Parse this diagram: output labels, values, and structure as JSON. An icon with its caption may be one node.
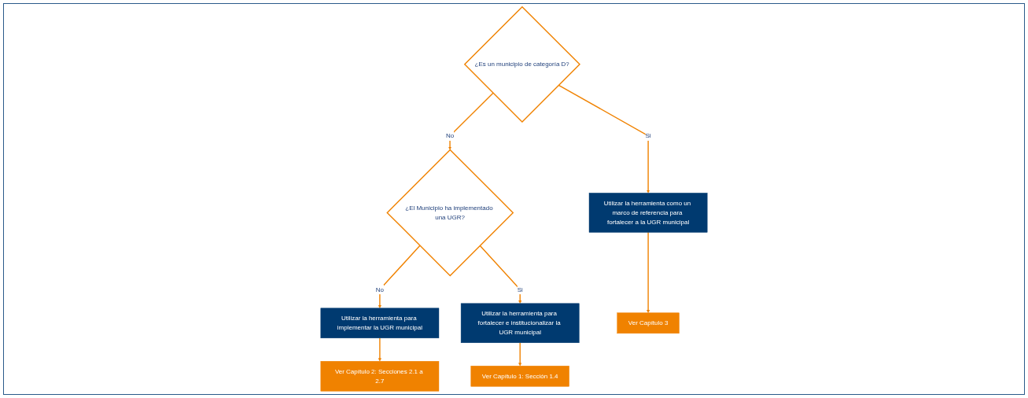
{
  "diagram": {
    "nodes": [
      {
        "text": [
          "¿Es un municipio de categoría D?"
        ]
      },
      {
        "text": [
          "¿El Municipio ha implementado una UGR?"
        ]
      },
      {
        "text": [
          "Utilizar la herramienta para implementar la UGR municipal"
        ]
      },
      {
        "text": [
          "Ver Capítulo 2: Secciones 2.1 a 2.7"
        ]
      },
      {
        "text": [
          "Utilizar la herramienta como un marco de referencia para fortalecer a la UGR municipal"
        ]
      },
      {
        "text": [
          "Ver Capítulo 3"
        ]
      },
      {
        "text": [
          "Utilizar la herramienta para fortalecer e institucionalizar la UGR municipal"
        ]
      },
      {
        "text": [
          "Ver Capítulo 1: Sección 1.4"
        ]
      }
    ],
    "edges": [
      {
        "from": 0,
        "to": 1,
        "arrow": "to",
        "label": "No"
      },
      {
        "from": 1,
        "to": 2,
        "arrow": "to",
        "label": "No"
      },
      {
        "from": 2,
        "to": 3,
        "arrow": "to"
      },
      {
        "from": 0,
        "to": 4,
        "arrow": "to",
        "label": "Si"
      },
      {
        "from": 4,
        "to": 5,
        "arrow": "to"
      },
      {
        "from": 1,
        "to": 6,
        "arrow": "to",
        "label": "Si"
      },
      {
        "from": 6,
        "to": 7,
        "arrow": "to"
      }
    ]
  }
}
